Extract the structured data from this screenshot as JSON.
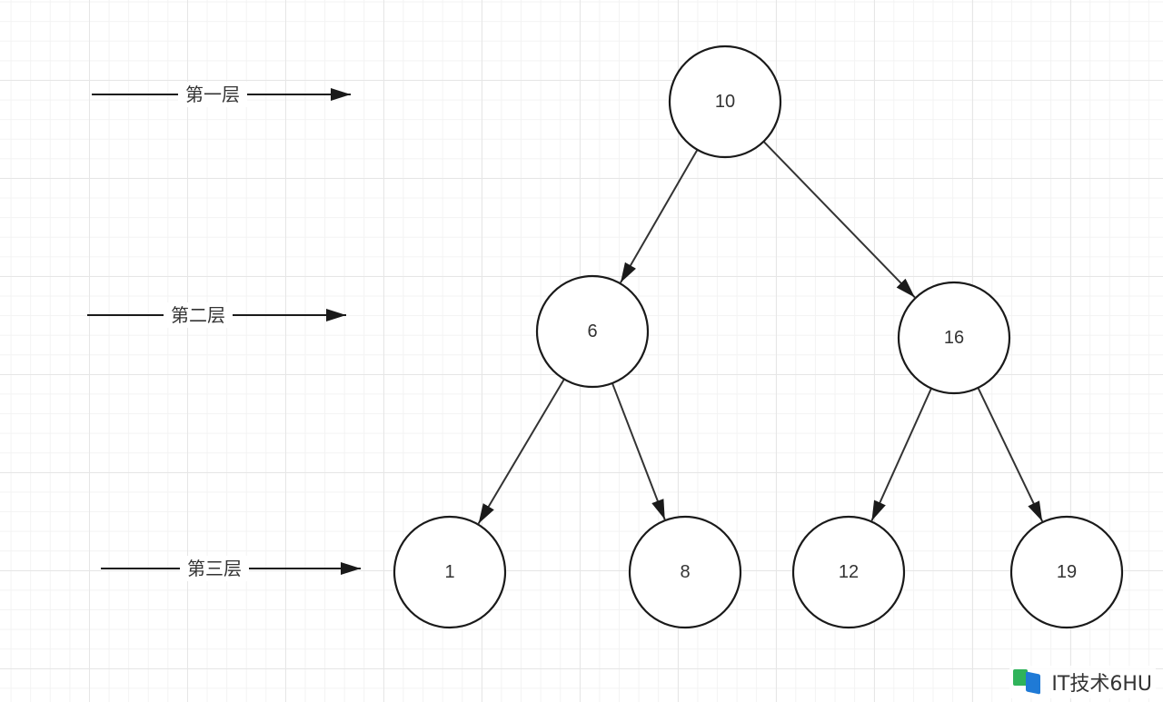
{
  "diagram": {
    "type": "binary-tree",
    "nodes": [
      {
        "id": "n10",
        "label": "10"
      },
      {
        "id": "n6",
        "label": "6"
      },
      {
        "id": "n16",
        "label": "16"
      },
      {
        "id": "n1",
        "label": "1"
      },
      {
        "id": "n8",
        "label": "8"
      },
      {
        "id": "n12",
        "label": "12"
      },
      {
        "id": "n19",
        "label": "19"
      }
    ],
    "edges": [
      {
        "from": "n10",
        "to": "n6"
      },
      {
        "from": "n10",
        "to": "n16"
      },
      {
        "from": "n6",
        "to": "n1"
      },
      {
        "from": "n6",
        "to": "n8"
      },
      {
        "from": "n16",
        "to": "n12"
      },
      {
        "from": "n16",
        "to": "n19"
      }
    ],
    "levels": [
      {
        "label": "第一层"
      },
      {
        "label": "第二层"
      },
      {
        "label": "第三层"
      }
    ]
  },
  "watermark": {
    "text": "IT技术6HU",
    "logo_colors": [
      "#2fb35a",
      "#1f7ad6"
    ]
  },
  "colors": {
    "stroke": "#1a1a1a",
    "text": "#333333",
    "grid": "#e6e6e6"
  }
}
